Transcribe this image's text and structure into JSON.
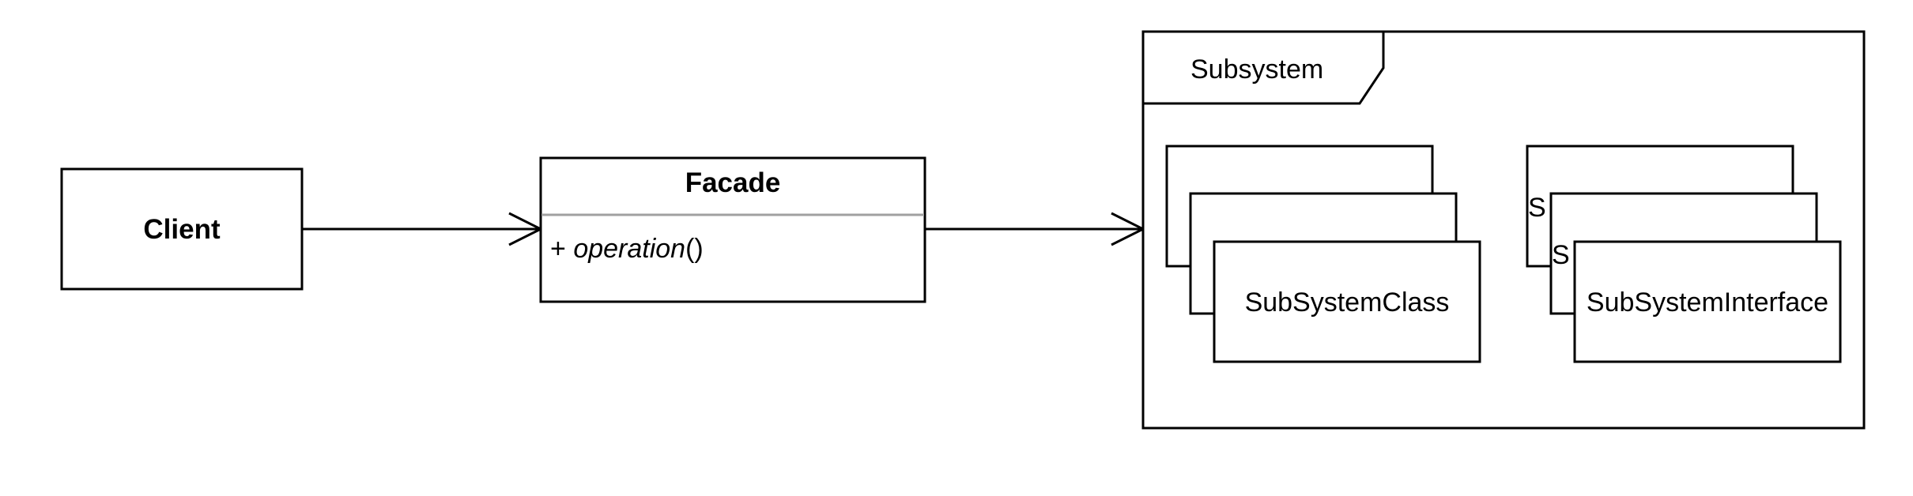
{
  "client": {
    "label": "Client"
  },
  "facade": {
    "title": "Facade",
    "operation_prefix": "+ ",
    "operation_name": "operation",
    "operation_suffix": "()"
  },
  "subsystem": {
    "frame_label": "Subsystem",
    "class_stack": {
      "front_label": "SubSystemClass"
    },
    "interface_stack": {
      "back_label": "S",
      "middle_label": "S",
      "front_label": "SubSystemInterface"
    }
  },
  "colors": {
    "line": "#000000",
    "facade_divider": "#a0a0a0",
    "background": "#ffffff"
  },
  "edges": [
    {
      "from": "client",
      "to": "facade",
      "arrowhead": "open"
    },
    {
      "from": "facade",
      "to": "subsystem",
      "arrowhead": "open"
    }
  ]
}
